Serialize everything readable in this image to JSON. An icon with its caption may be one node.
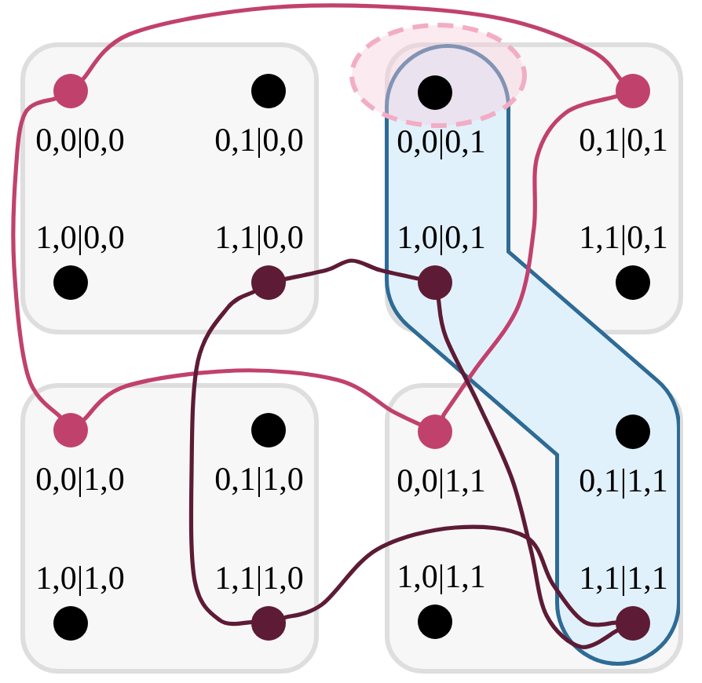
{
  "diagram": {
    "nodes": [
      {
        "text": [],
        "shape": "box"
      },
      {
        "text": [],
        "shape": "circle",
        "beside": [
          "0,0|0,0"
        ],
        "in": 0
      },
      {
        "text": [],
        "shape": "circle",
        "beside": [
          "0,1|0,0"
        ],
        "in": 0
      },
      {
        "text": [],
        "shape": "circle",
        "beside": [
          "1,0|0,0"
        ],
        "in": 0
      },
      {
        "text": [],
        "shape": "circle",
        "beside": [
          "1,1|0,0"
        ],
        "in": 0
      },
      {
        "text": [],
        "shape": "box"
      },
      {
        "text": [],
        "shape": "circle",
        "beside": [
          "0,0|0,1"
        ],
        "in": 5
      },
      {
        "text": [],
        "shape": "circle",
        "beside": [
          "0,1|0,1"
        ],
        "in": 5
      },
      {
        "text": [],
        "shape": "circle",
        "beside": [
          "1,0|0,1"
        ],
        "in": 5
      },
      {
        "text": [],
        "shape": "circle",
        "beside": [
          "1,1|0,1"
        ],
        "in": 5
      },
      {
        "text": [],
        "shape": "box"
      },
      {
        "text": [],
        "shape": "circle",
        "beside": [
          "0,0|1,0"
        ],
        "in": 10
      },
      {
        "text": [],
        "shape": "circle",
        "beside": [
          "0,1|1,0"
        ],
        "in": 10
      },
      {
        "text": [],
        "shape": "circle",
        "beside": [
          "1,0|1,0"
        ],
        "in": 10
      },
      {
        "text": [],
        "shape": "circle",
        "beside": [
          "1,1|1,0"
        ],
        "in": 10
      },
      {
        "text": [],
        "shape": "box"
      },
      {
        "text": [],
        "shape": "circle",
        "beside": [
          "0,0|1,1"
        ],
        "in": 15
      },
      {
        "text": [],
        "shape": "circle",
        "beside": [
          "0,1|1,1"
        ],
        "in": 15
      },
      {
        "text": [],
        "shape": "circle",
        "beside": [
          "1,0|1,1"
        ],
        "in": 15
      },
      {
        "text": [],
        "shape": "circle",
        "beside": [
          "1,1|1,1"
        ],
        "in": 15
      }
    ],
    "edges": [
      {
        "from": 1,
        "to": 7,
        "arrow": "none",
        "color": "#c1416d"
      },
      {
        "from": 1,
        "to": 11,
        "arrow": "none",
        "color": "#c1416d"
      },
      {
        "from": 11,
        "to": 16,
        "arrow": "none",
        "color": "#c1416d"
      },
      {
        "from": 7,
        "to": 16,
        "arrow": "none",
        "color": "#c1416d"
      },
      {
        "from": 4,
        "to": 8,
        "arrow": "none",
        "color": "#5d1b35"
      },
      {
        "from": 4,
        "to": 14,
        "arrow": "none",
        "color": "#5d1b35"
      },
      {
        "from": 14,
        "to": 19,
        "arrow": "none",
        "color": "#5d1b35"
      },
      {
        "from": 8,
        "to": 19,
        "arrow": "none",
        "color": "#5d1b35"
      }
    ]
  }
}
